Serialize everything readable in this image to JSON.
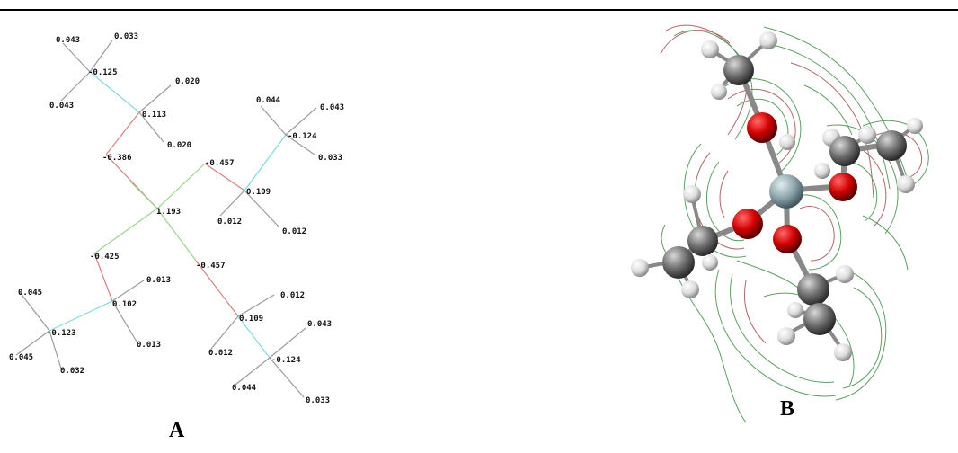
{
  "figure": {
    "panel_a_label": "A",
    "panel_b_label": "B"
  },
  "molecule_a": {
    "charges": {
      "c1_h1": "0.043",
      "c1_h2": "0.033",
      "c1": "-0.125",
      "c1_h3": "0.043",
      "c2_h1": "0.020",
      "c2": "0.113",
      "c2_h2": "0.020",
      "o1": "-0.386",
      "o2": "-0.457",
      "center": "1.193",
      "c3_h1": "0.044",
      "c3_h2": "0.043",
      "c3": "-0.124",
      "c3_h3": "0.033",
      "c4": "0.109",
      "c4_h1": "0.012",
      "c4_h2": "0.012",
      "o3": "-0.425",
      "o4": "-0.457",
      "c5_h1": "0.013",
      "c5": "0.102",
      "c5_h2": "0.013",
      "c6_h1": "0.045",
      "c6": "-0.123",
      "c6_h2": "0.045",
      "c6_h3": "0.032",
      "c7_h1": "0.012",
      "c7": "0.109",
      "c7_h2": "0.012",
      "c8_h1": "0.043",
      "c8": "-0.124",
      "c8_h2": "0.044",
      "c8_h3": "0.033"
    }
  },
  "colors": {
    "carbon_bond": "#7fd8e0",
    "oxygen_bond": "#d88080",
    "center_bond": "#9ad48a",
    "hydrogen_bond": "#9a9a9a",
    "oxygen_atom": "#d40000",
    "carbon_atom": "#707070",
    "hydrogen_atom": "#e8e8e8",
    "center_atom": "#8fa8ae",
    "contour_green": "#5aa060",
    "contour_red": "#b06868"
  }
}
